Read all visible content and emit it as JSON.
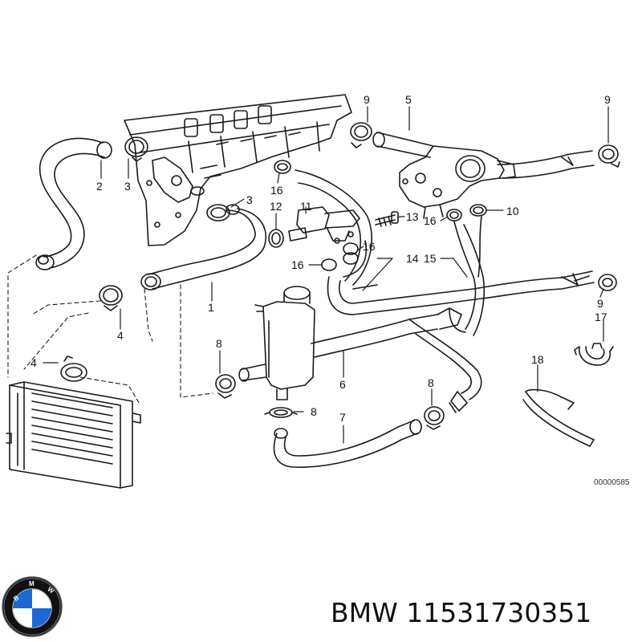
{
  "diagram": {
    "callouts": [
      {
        "id": "c2",
        "text": "2"
      },
      {
        "id": "c3a",
        "text": "3"
      },
      {
        "id": "c3b",
        "text": "3"
      },
      {
        "id": "c1",
        "text": "1"
      },
      {
        "id": "c4a",
        "text": "4"
      },
      {
        "id": "c4b",
        "text": "4"
      },
      {
        "id": "c9a",
        "text": "9"
      },
      {
        "id": "c5",
        "text": "5"
      },
      {
        "id": "c9b",
        "text": "9"
      },
      {
        "id": "c16a",
        "text": "16"
      },
      {
        "id": "c12",
        "text": "12"
      },
      {
        "id": "c11",
        "text": "11"
      },
      {
        "id": "c13",
        "text": "13"
      },
      {
        "id": "c16b",
        "text": "16"
      },
      {
        "id": "c10",
        "text": "10"
      },
      {
        "id": "c16c",
        "text": "16"
      },
      {
        "id": "c16d",
        "text": "16"
      },
      {
        "id": "c14",
        "text": "14"
      },
      {
        "id": "c15",
        "text": "15"
      },
      {
        "id": "c9c",
        "text": "9"
      },
      {
        "id": "c17",
        "text": "17"
      },
      {
        "id": "c8a",
        "text": "8"
      },
      {
        "id": "c6",
        "text": "6"
      },
      {
        "id": "c8b",
        "text": "8"
      },
      {
        "id": "c8c",
        "text": "8"
      },
      {
        "id": "c7",
        "text": "7"
      },
      {
        "id": "c18",
        "text": "18"
      }
    ],
    "drawing_code": "00000585"
  },
  "part": {
    "brand": "BMW",
    "number": "11531730351",
    "title": "BMW 11531730351"
  },
  "colors": {
    "line": "#1a1a1a",
    "logo_blue": "#1c69d4",
    "logo_ring": "#111111"
  }
}
